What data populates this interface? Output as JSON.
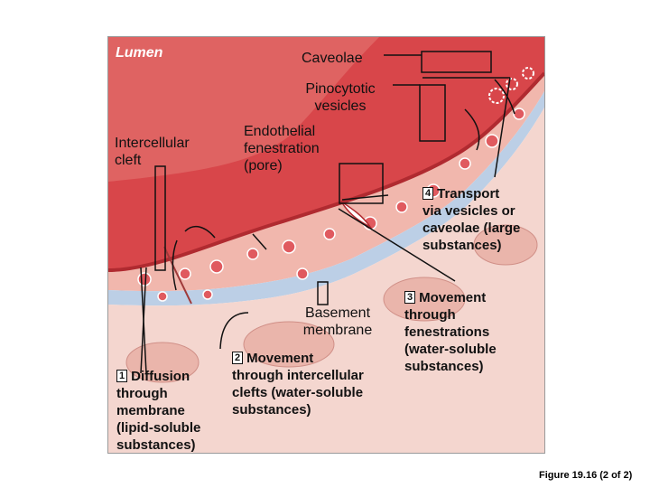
{
  "labels": {
    "lumen": "Lumen",
    "caveolae": "Caveolae",
    "pinocytotic": [
      "Pinocytotic",
      "vesicles"
    ],
    "fenestration": [
      "Endothelial",
      "fenestration",
      "(pore)"
    ],
    "intercellular": [
      "Intercellular",
      "cleft"
    ],
    "basement": [
      "Basement",
      "membrane"
    ]
  },
  "steps": [
    {
      "number": "1",
      "lines": [
        "Diffusion",
        "through",
        "membrane",
        "(lipid-soluble",
        "substances)"
      ]
    },
    {
      "number": "2",
      "lines": [
        "Movement",
        "through intercellular",
        "clefts (water-soluble",
        "substances)"
      ]
    },
    {
      "number": "3",
      "lines": [
        "Movement",
        "through",
        "fenestrations",
        "(water-soluble",
        "substances)"
      ]
    },
    {
      "number": "4",
      "lines": [
        "Transport",
        "via vesicles or",
        "caveolae (large",
        "substances)"
      ]
    }
  ],
  "caption": "Figure 19.16 (2 of 2)",
  "colors": {
    "lumen": "#d8464a",
    "cell": "#f1b7ad",
    "basement": "#bccfe6"
  }
}
